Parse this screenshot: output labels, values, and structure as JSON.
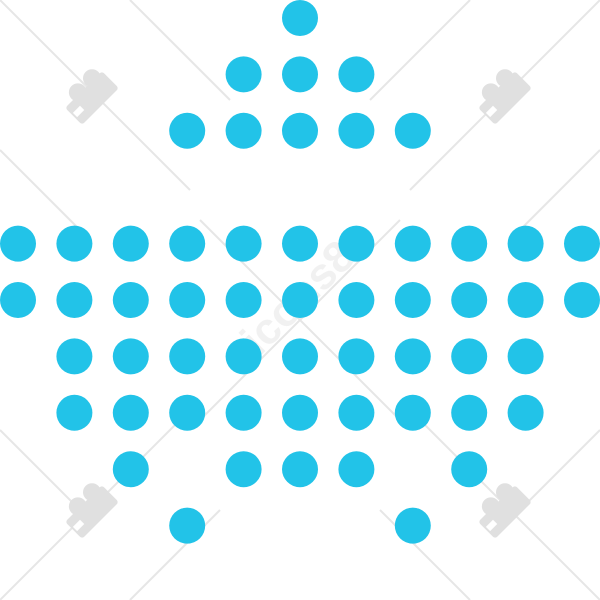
{
  "dot_color": "#22c3e8",
  "watermark": {
    "text": "icons8",
    "line_color": "#e6e6e6",
    "logo_color": "#e0e0e0",
    "logo_icon": "icons8-logo-icon"
  },
  "dot_rows": [
    [
      0,
      0,
      0,
      0,
      0,
      1,
      0,
      0,
      0,
      0,
      0
    ],
    [
      0,
      0,
      0,
      0,
      1,
      1,
      1,
      0,
      0,
      0,
      0
    ],
    [
      0,
      0,
      0,
      1,
      1,
      1,
      1,
      1,
      0,
      0,
      0
    ],
    [
      0,
      0,
      0,
      0,
      0,
      0,
      0,
      0,
      0,
      0,
      0
    ],
    [
      1,
      1,
      1,
      1,
      1,
      1,
      1,
      1,
      1,
      1,
      1
    ],
    [
      1,
      1,
      1,
      1,
      1,
      1,
      1,
      1,
      1,
      1,
      1
    ],
    [
      0,
      1,
      1,
      1,
      1,
      1,
      1,
      1,
      1,
      1,
      0
    ],
    [
      0,
      1,
      1,
      1,
      1,
      1,
      1,
      1,
      1,
      1,
      0
    ],
    [
      0,
      0,
      1,
      0,
      1,
      1,
      1,
      0,
      1,
      0,
      0
    ],
    [
      0,
      0,
      0,
      1,
      0,
      0,
      0,
      1,
      0,
      0,
      0
    ]
  ]
}
